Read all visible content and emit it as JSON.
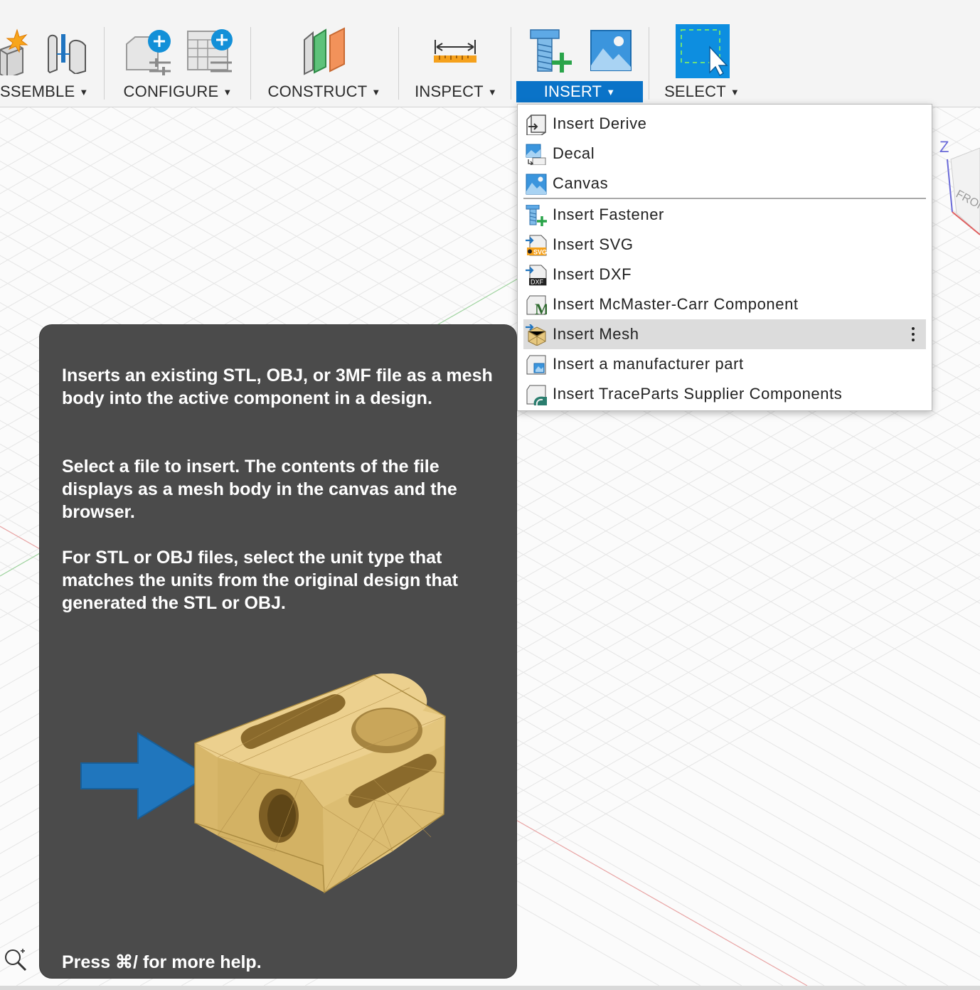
{
  "toolbar": {
    "groups": [
      {
        "id": "assemble",
        "label": "SSEMBLE",
        "active": false
      },
      {
        "id": "configure",
        "label": "CONFIGURE",
        "active": false
      },
      {
        "id": "construct",
        "label": "CONSTRUCT",
        "active": false
      },
      {
        "id": "inspect",
        "label": "INSPECT",
        "active": false
      },
      {
        "id": "insert",
        "label": "INSERT",
        "active": true
      },
      {
        "id": "select",
        "label": "SELECT",
        "active": false
      }
    ],
    "caret": "▼"
  },
  "insert_menu": {
    "items": [
      {
        "label": "Insert Derive",
        "icon": "insert-derive-icon"
      },
      {
        "label": "Decal",
        "icon": "decal-icon"
      },
      {
        "label": "Canvas",
        "icon": "canvas-image-icon"
      },
      {
        "label": "Insert Fastener",
        "icon": "bolt-plus-icon"
      },
      {
        "label": "Insert SVG",
        "icon": "svg-file-icon"
      },
      {
        "label": "Insert DXF",
        "icon": "dxf-file-icon"
      },
      {
        "label": "Insert McMaster-Carr Component",
        "icon": "mcmaster-icon"
      },
      {
        "label": "Insert Mesh",
        "icon": "mesh-icon",
        "highlighted": true
      },
      {
        "label": "Insert a manufacturer part",
        "icon": "manufacturer-part-icon"
      },
      {
        "label": "Insert TraceParts Supplier Components",
        "icon": "traceparts-icon"
      }
    ],
    "icon_text": {
      "svg": "SVG",
      "dxf": "DXF",
      "mcmaster": "M"
    }
  },
  "tooltip": {
    "paragraphs": [
      "Inserts an existing STL, OBJ, or 3MF file as a mesh body into the active component in a design.",
      "Select a file to insert. The contents of the file displays as a mesh body in the canvas and the browser.",
      "For STL or OBJ files, select the unit type that matches the units from the original design that generated the STL or OBJ."
    ],
    "footer": "Press ⌘/ for more help."
  },
  "viewcube": {
    "axis_label": "Z",
    "face_label": "FRON"
  },
  "colors": {
    "accent": "#0a73c8",
    "tooltip_bg": "#4b4b4b",
    "menu_highlight": "#dcdcdc",
    "mesh_part": "#e6c77e",
    "arrow": "#1f74c0"
  }
}
